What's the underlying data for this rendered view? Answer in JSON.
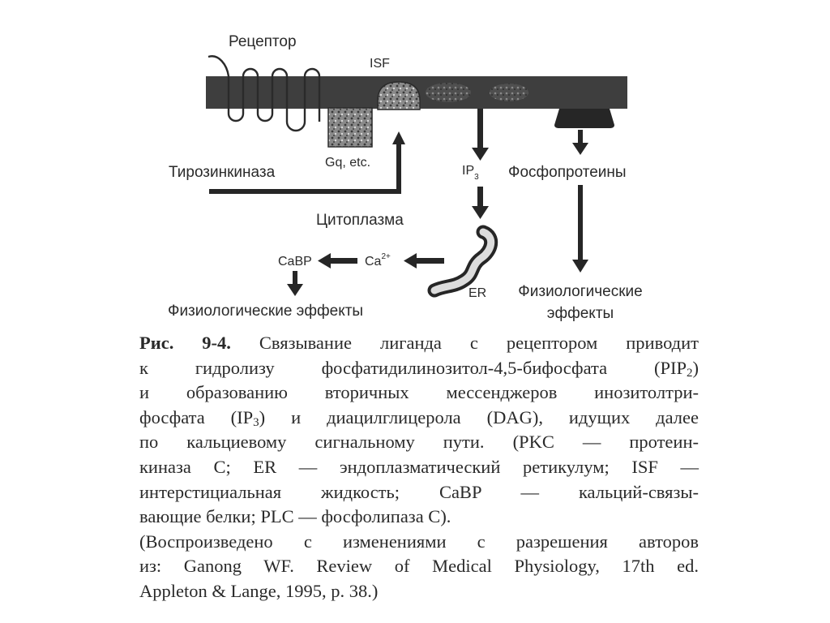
{
  "diagram": {
    "labels": {
      "receptor": "Рецептор",
      "isf": "ISF",
      "gq": "Gq, etc.",
      "tyrosine_kinase": "Тирозинкиназа",
      "ip3": "IP",
      "ip3_sub": "3",
      "phosphoproteins": "Фосфопротеины",
      "cytoplasm": "Цитоплазма",
      "cabp": "CaBP",
      "ca": "Ca",
      "ca_sup": "2+",
      "er": "ER",
      "physio_effects_left": "Физиологические эффекты",
      "physio_effects_right_1": "Физиологические",
      "physio_effects_right_2": "эффекты"
    }
  },
  "caption": {
    "fig_label": "Рис. 9-4.",
    "l1": " Связывание лиганда с рецептором приводит",
    "l2a": "к гидролизу фосфатидилинозитол-4,5-бифосфата (PIP",
    "l2sub": "2",
    "l2b": ")",
    "l3": "и образованию вторичных мессенджеров инозитолтри-",
    "l4a": "фосфата (IP",
    "l4sub": "3",
    "l4b": ") и диацилглицерола (DAG), идущих далее",
    "l5": "по кальциевому сигнальному пути. (PKC — протеин-",
    "l6": "киназа C; ER — эндоплазматический ретикулум; ISF —",
    "l7": "интерстициальная жидкость; CaBP — кальций-связы-",
    "l8": "вающие белки; PLC — фосфолипаза C).",
    "l9": "(Воспроизведено с изменениями с разрешения авторов",
    "l10": "из: Ganong WF. Review of Medical Physiology, 17th ed.",
    "l11": "Appleton & Lange, 1995, p. 38.)"
  }
}
